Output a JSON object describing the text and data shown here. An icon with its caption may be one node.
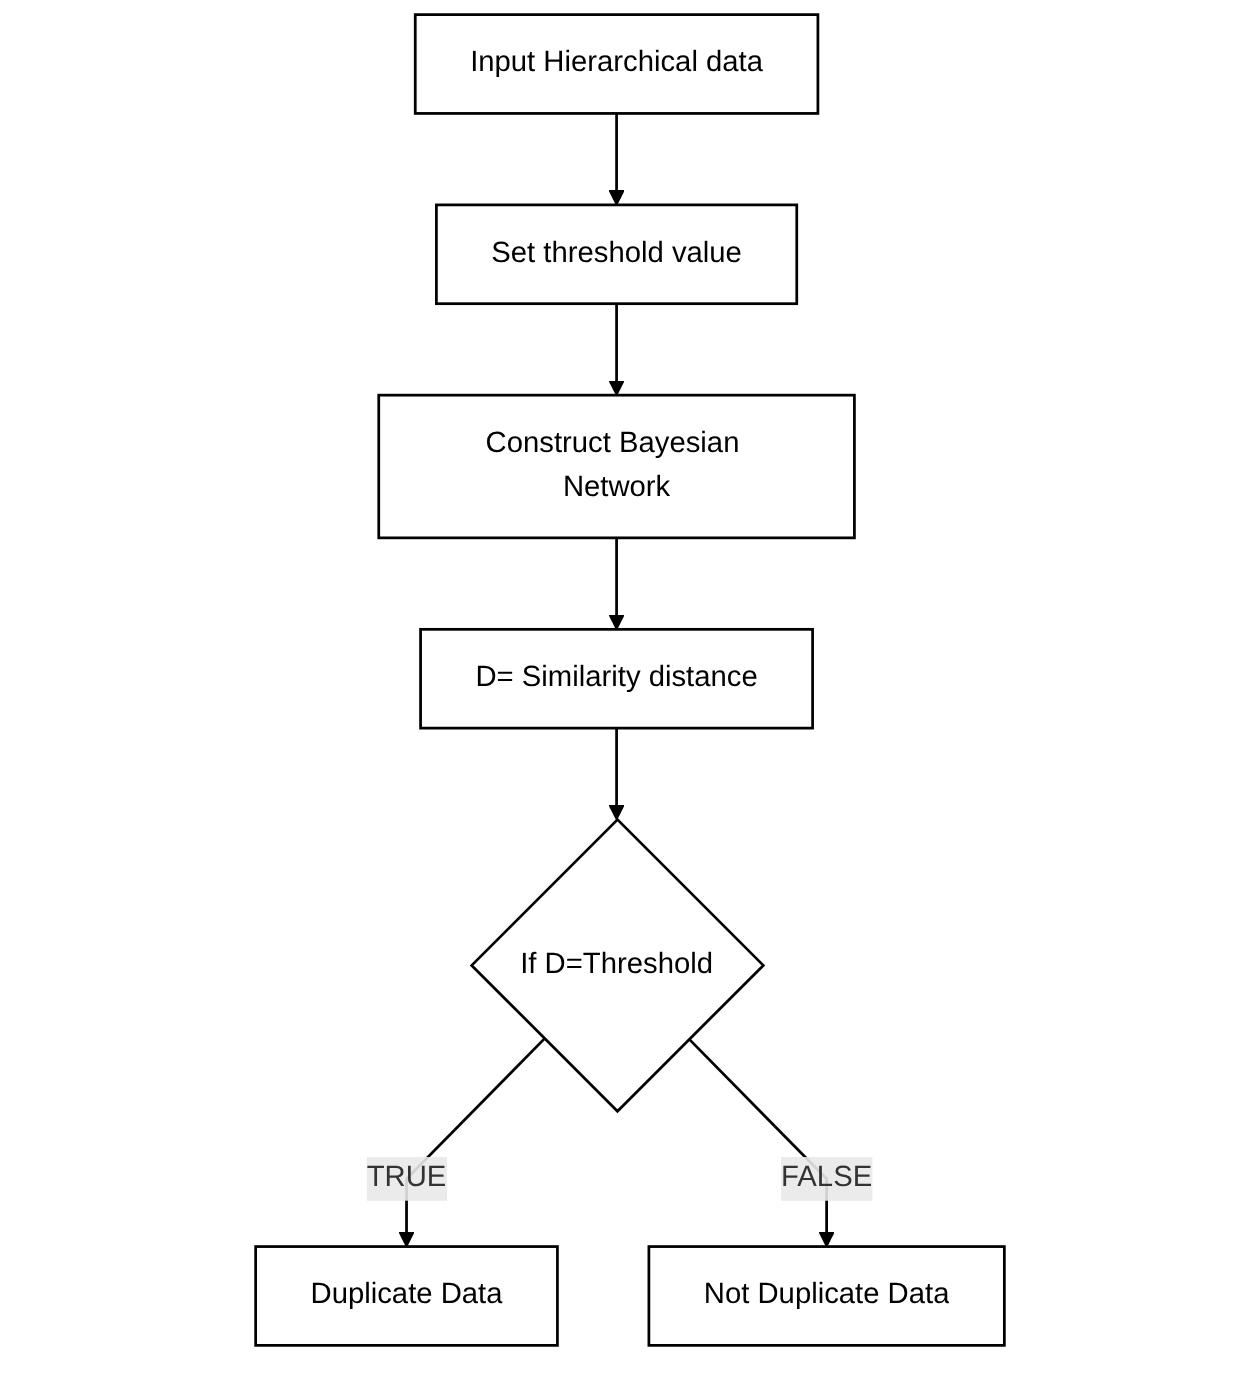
{
  "diagram": {
    "nodes": [
      {
        "text": [
          "Input Hierarchical data"
        ]
      },
      {
        "text": [
          "Set threshold value"
        ]
      },
      {
        "text": [
          "Construct Bayesian Network"
        ]
      },
      {
        "text": [
          "D= Similarity distance"
        ]
      },
      {
        "text": [
          "If D=Threshold"
        ]
      },
      {
        "text": [
          "Duplicate Data"
        ]
      },
      {
        "text": [
          "Not Duplicate Data"
        ]
      }
    ],
    "edges": [
      {
        "from": 0,
        "to": 1,
        "arrow": "to"
      },
      {
        "from": 1,
        "to": 2,
        "arrow": "to"
      },
      {
        "from": 2,
        "to": 3,
        "arrow": "to"
      },
      {
        "from": 3,
        "to": 4,
        "arrow": "to"
      },
      {
        "from": 4,
        "to": 5,
        "arrow": "to",
        "label": "TRUE"
      },
      {
        "from": 4,
        "to": 6,
        "arrow": "to",
        "label": "FALSE"
      }
    ]
  }
}
